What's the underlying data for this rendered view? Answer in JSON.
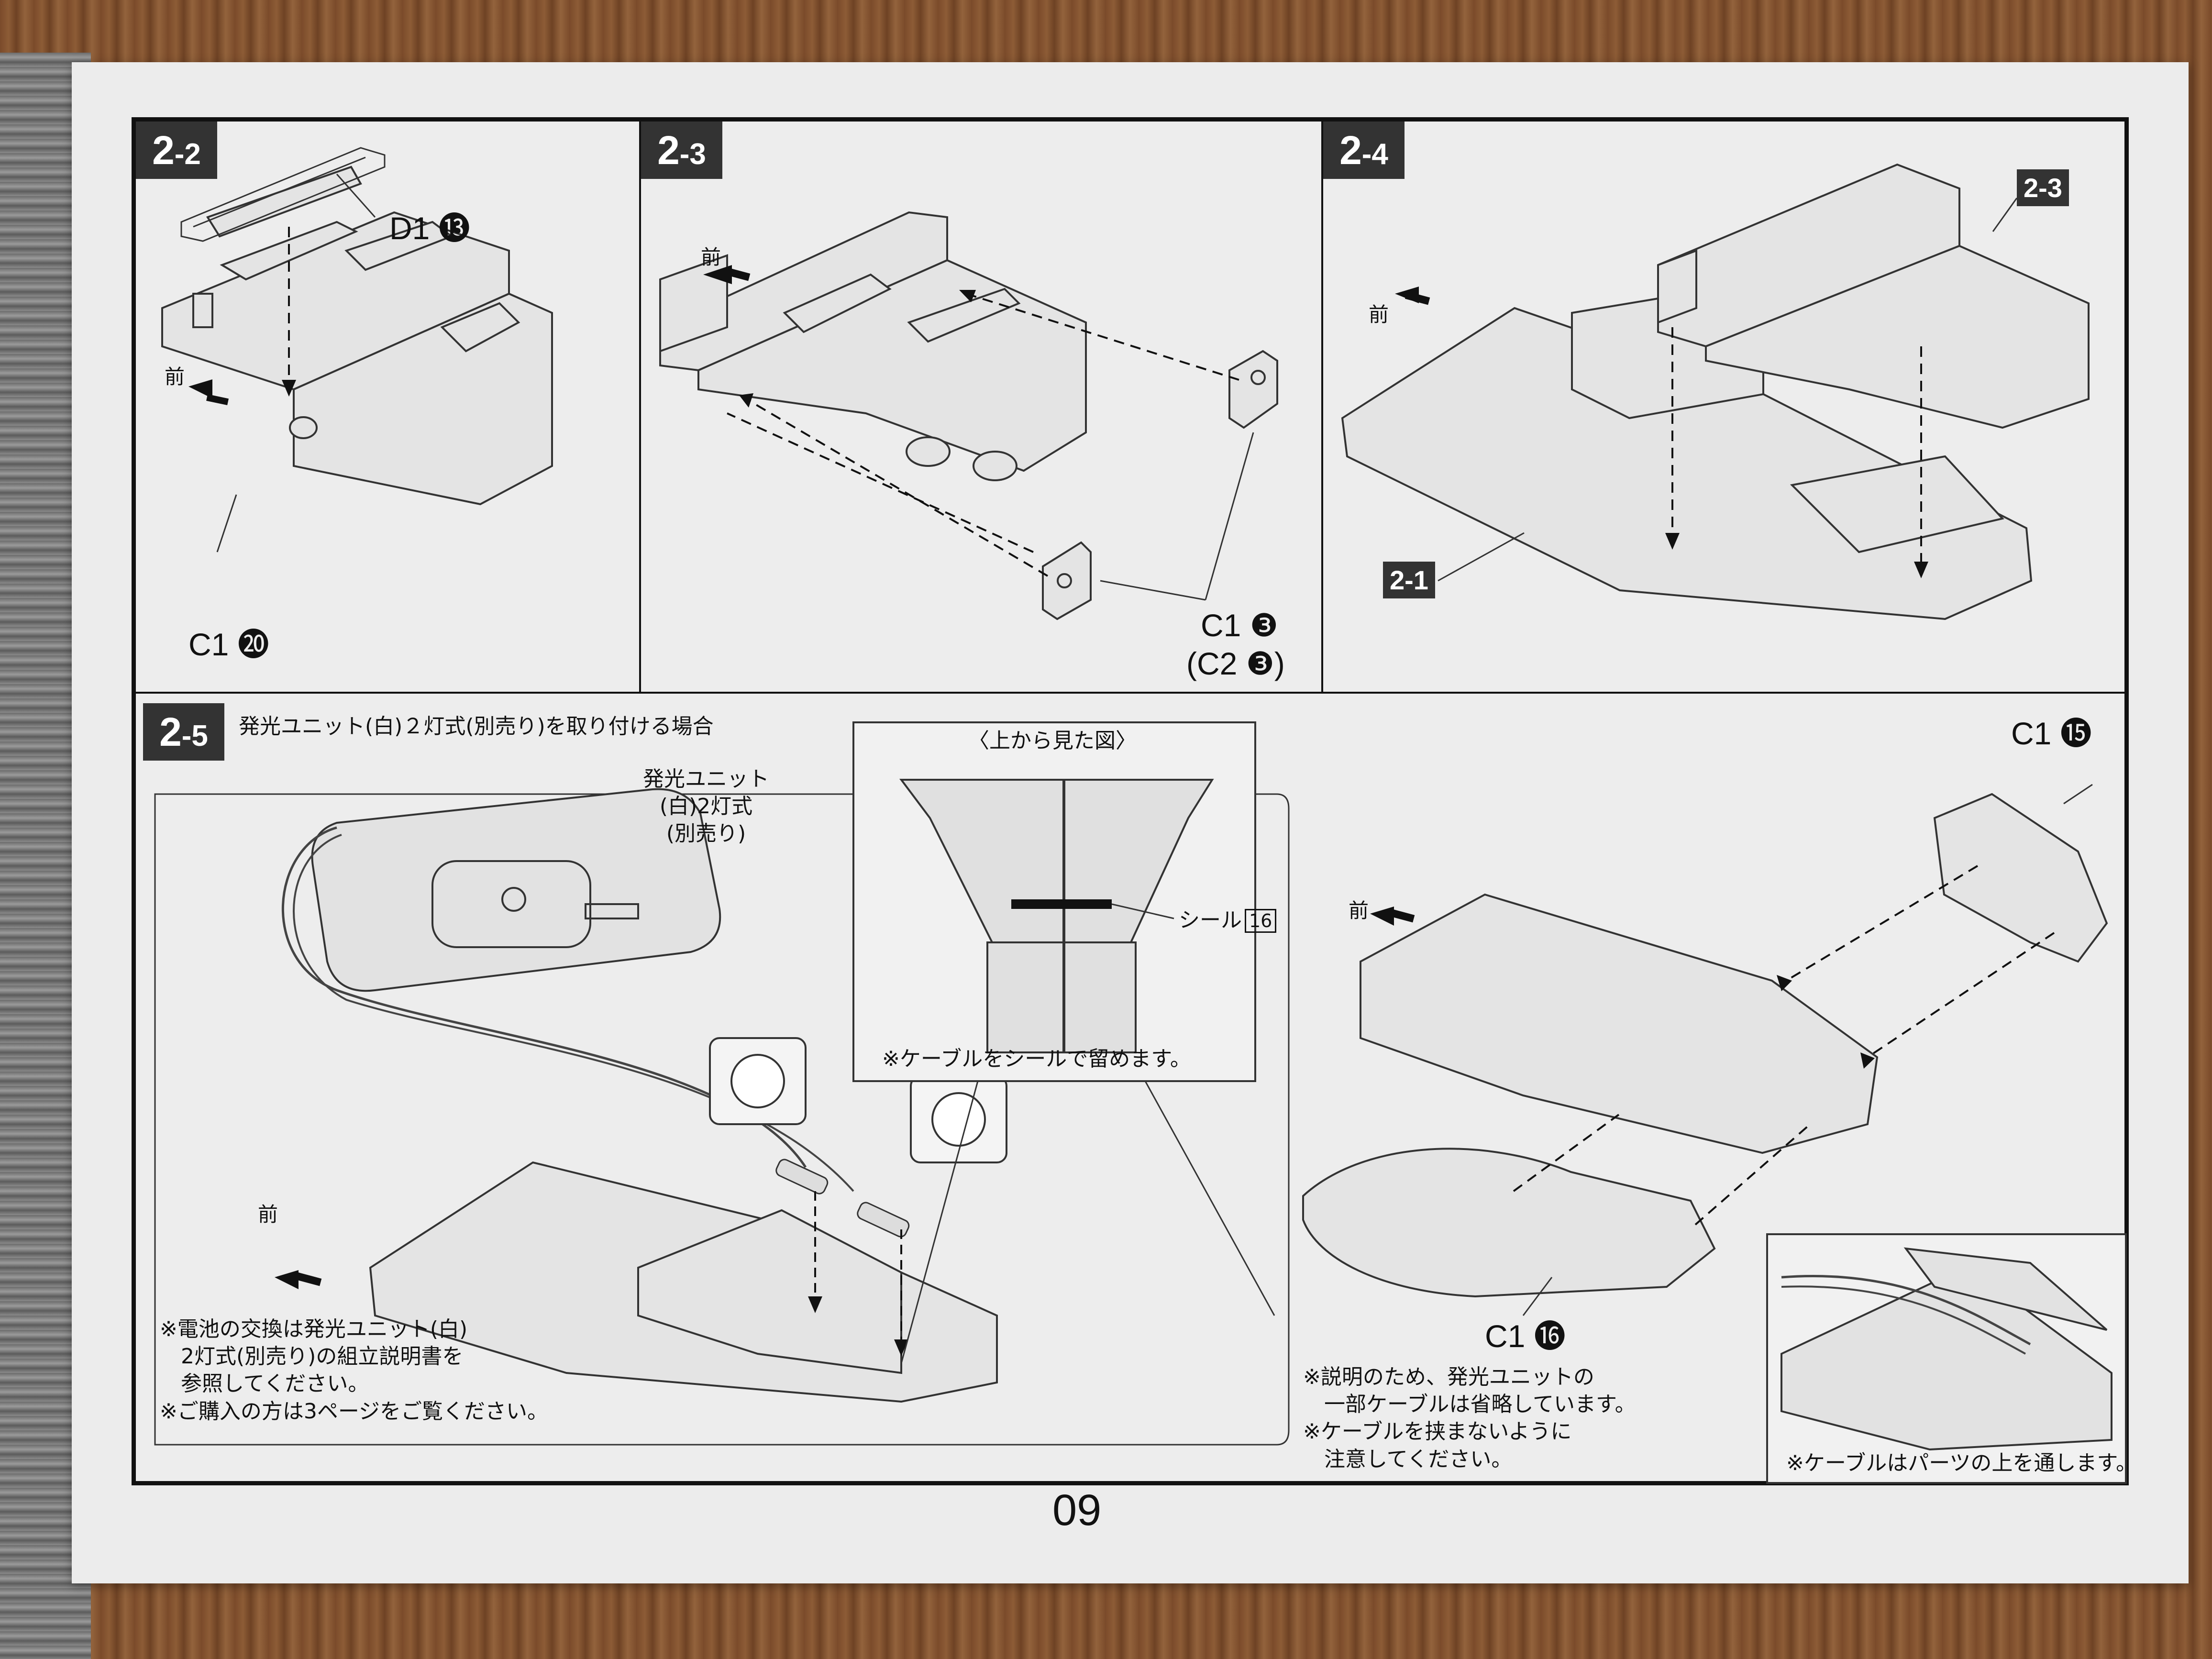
{
  "page_number": "09",
  "front_label": "前",
  "steps": {
    "s2_2": {
      "step": "2",
      "sub": "-2",
      "parts": [
        {
          "code": "D1",
          "num": "⓭"
        },
        {
          "code": "C1",
          "num": "⓴"
        }
      ]
    },
    "s2_3": {
      "step": "2",
      "sub": "-3",
      "parts": [
        {
          "code": "C1",
          "num": "❸"
        },
        {
          "code": "(C2",
          "num": "❸)"
        }
      ]
    },
    "s2_4": {
      "step": "2",
      "sub": "-4",
      "refs": [
        {
          "step": "2",
          "sub": "-3"
        },
        {
          "step": "2",
          "sub": "-1"
        }
      ]
    },
    "s2_5": {
      "step": "2",
      "sub": "-5",
      "heading": "発光ユニット(白)２灯式(別売り)を取り付ける場合",
      "unit_label": [
        "発光ユニット",
        "(白)2灯式",
        "(別売り)"
      ],
      "inset_title": "〈上から見た図〉",
      "seal_label": "シール",
      "seal_num": "16",
      "inset_note": "※ケーブルをシールで留めます。",
      "notes_left": [
        "※電池の交換は発光ユニット(白)",
        "　2灯式(別売り)の組立説明書を",
        "　参照してください。",
        "※ご購入の方は3ページをご覧ください。"
      ],
      "parts": [
        {
          "code": "C1",
          "num": "⓯"
        },
        {
          "code": "C1",
          "num": "⓰"
        }
      ],
      "notes_right": [
        "※説明のため、発光ユニットの",
        "　一部ケーブルは省略しています。",
        "※ケーブルを挟まないように",
        "　注意してください。"
      ],
      "detail_note": "※ケーブルはパーツの上を通します。"
    }
  },
  "colors": {
    "ink": "#111111",
    "paper": "#ececec",
    "tag_bg": "#333333"
  }
}
